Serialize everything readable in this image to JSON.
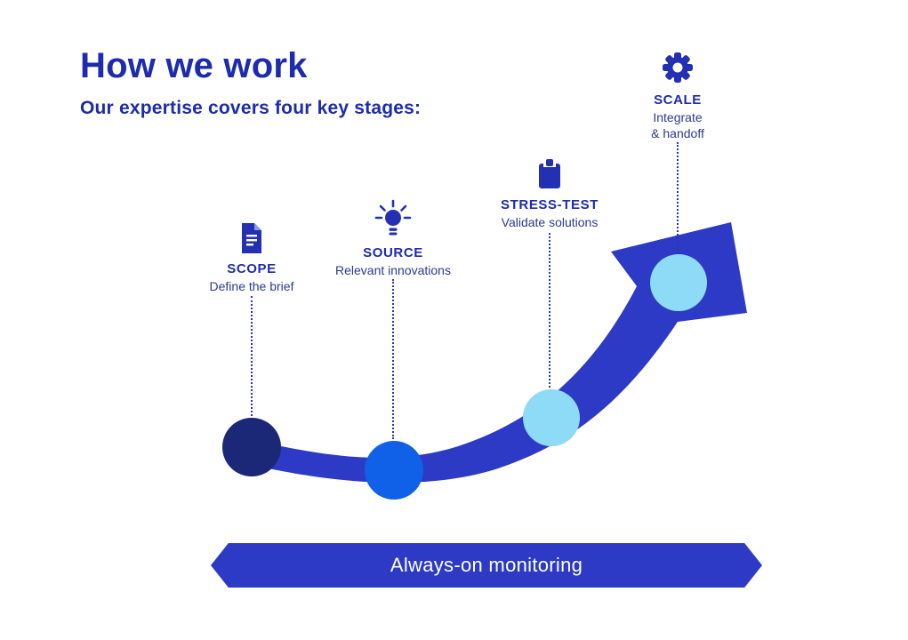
{
  "page": {
    "title": "How we work",
    "subtitle": "Our expertise covers four key stages:"
  },
  "stages": [
    {
      "name": "SCOPE",
      "description": "Define the brief",
      "icon": "document-icon"
    },
    {
      "name": "SOURCE",
      "description": "Relevant innovations",
      "icon": "lightbulb-icon"
    },
    {
      "name": "STRESS-TEST",
      "description": "Validate solutions",
      "icon": "clipboard-icon"
    },
    {
      "name": "SCALE",
      "description": "Integrate\n& handoff",
      "icon": "gear-icon"
    }
  ],
  "banner": {
    "label": "Always-on monitoring"
  },
  "colors": {
    "heading": "#1d2bae",
    "desc": "#2c3a8f",
    "connector": "#2a38b0",
    "arrow": "#2c3ac6",
    "banner": "#2c3ac6",
    "icon": "#2330b4",
    "dot-scope": "#1b2878",
    "dot-source": "#1160e8",
    "dot-light": "#8edbf7"
  }
}
